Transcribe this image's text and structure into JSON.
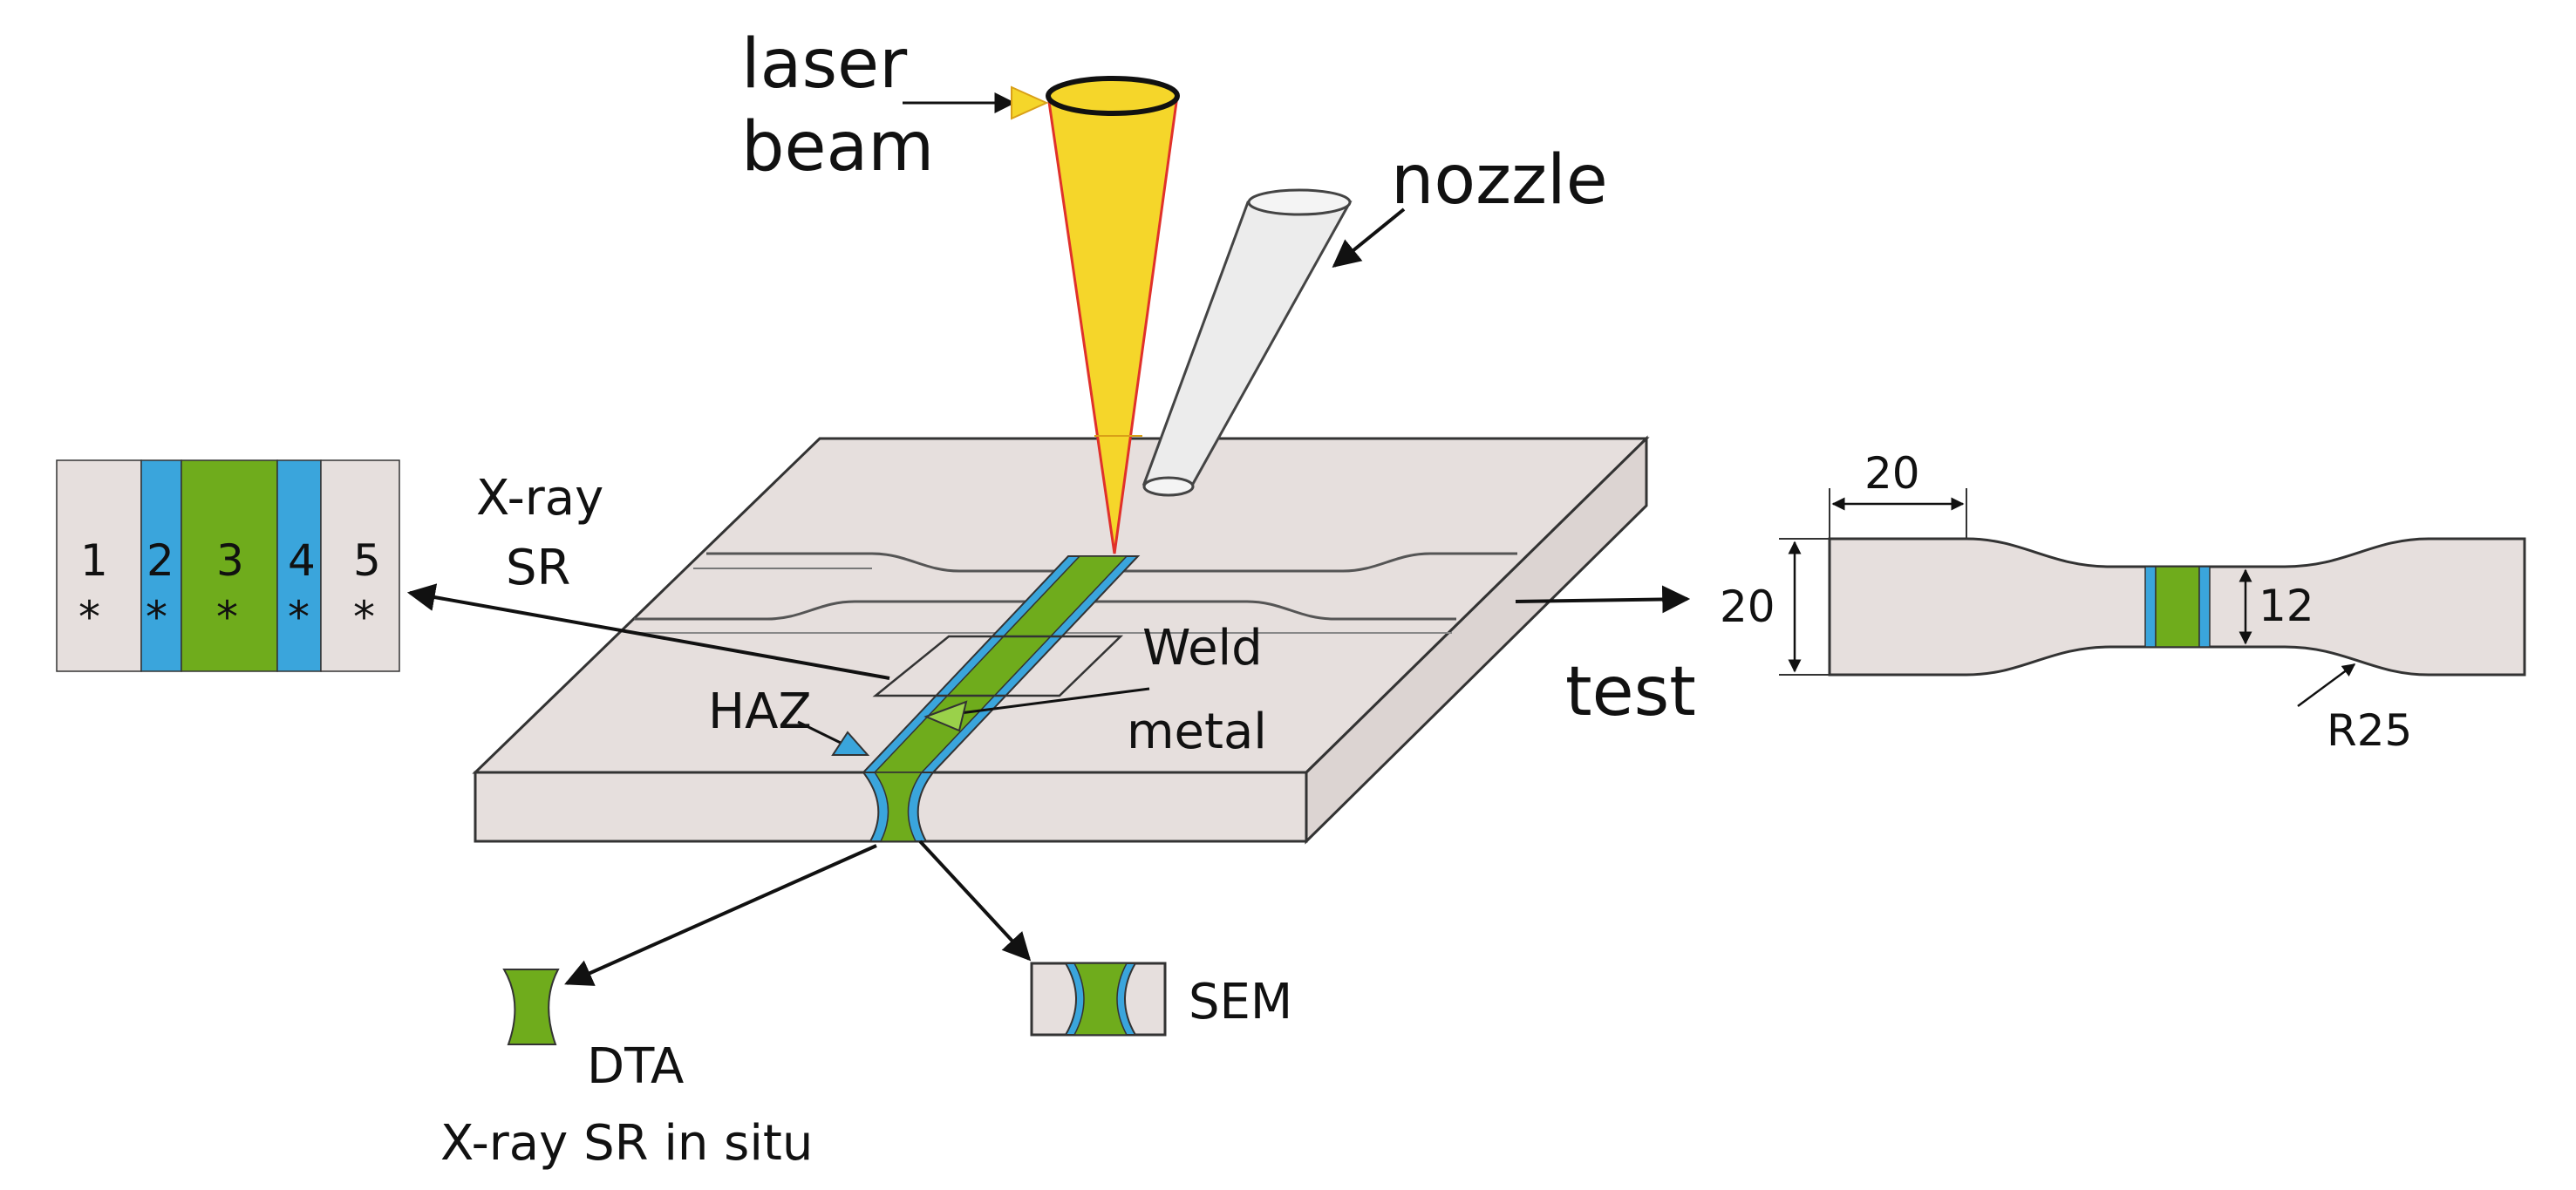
{
  "labels": {
    "laser_line1": "laser",
    "laser_line2": "beam",
    "nozzle": "nozzle",
    "xray_line1": "X-ray",
    "xray_line2": "SR",
    "weld_line1": "Weld",
    "weld_line2": "metal",
    "haz": "HAZ",
    "test": "test",
    "dta": "DTA",
    "xray_in_situ": "X-ray SR in situ",
    "sem": "SEM"
  },
  "zones": [
    {
      "number": "1",
      "mark": "*"
    },
    {
      "number": "2",
      "mark": "*"
    },
    {
      "number": "3",
      "mark": "*"
    },
    {
      "number": "4",
      "mark": "*"
    },
    {
      "number": "5",
      "mark": "*"
    }
  ],
  "specimen": {
    "dim_grip_length": "20",
    "dim_grip_width": "20",
    "dim_gauge_width": "12",
    "dim_radius": "R25"
  },
  "colors": {
    "plate": "#e6dfdd",
    "weld_metal": "#6fac1c",
    "haz": "#3aa5dc",
    "laser": "#f5d62a",
    "laser_outline": "#e0312b",
    "nozzle": "#ececec",
    "outline": "#333333"
  }
}
